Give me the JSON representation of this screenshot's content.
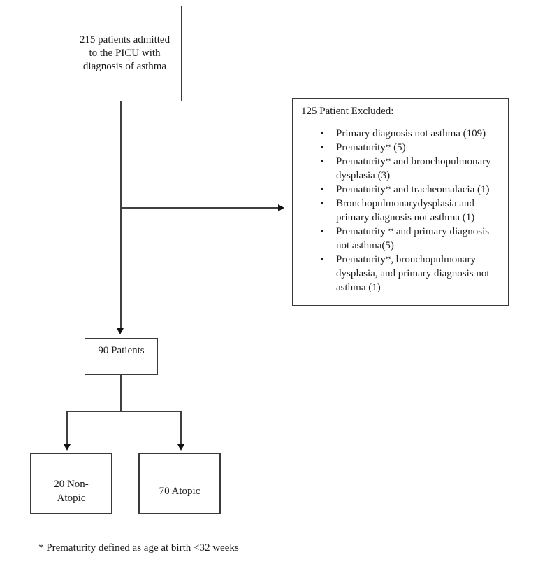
{
  "diagram": {
    "top_box": {
      "text": "215 patients admitted to the PICU with diagnosis of asthma"
    },
    "excluded_box": {
      "title": "125 Patient Excluded:",
      "items": [
        "Primary diagnosis not asthma (109)",
        "Prematurity* (5)",
        "Prematurity* and bronchopulmonary dysplasia (3)",
        "Prematurity* and tracheomalacia (1)",
        "Bronchopulmonarydysplasia and primary diagnosis not asthma (1)",
        "Prematurity * and primary diagnosis not asthma(5)",
        "Prematurity*, bronchopulmonary dysplasia, and primary diagnosis not asthma (1)"
      ]
    },
    "mid_box": {
      "text": "90 Patients"
    },
    "left_box": {
      "text": "20 Non-Atopic"
    },
    "right_box": {
      "text": "70 Atopic"
    },
    "footnote": "* Prematurity defined as age at birth <32 weeks",
    "colors": {
      "border": "#3a3a3a",
      "line": "#3f3f3f",
      "arrow": "#111111",
      "text": "#1c1c1c",
      "background": "#ffffff"
    }
  }
}
